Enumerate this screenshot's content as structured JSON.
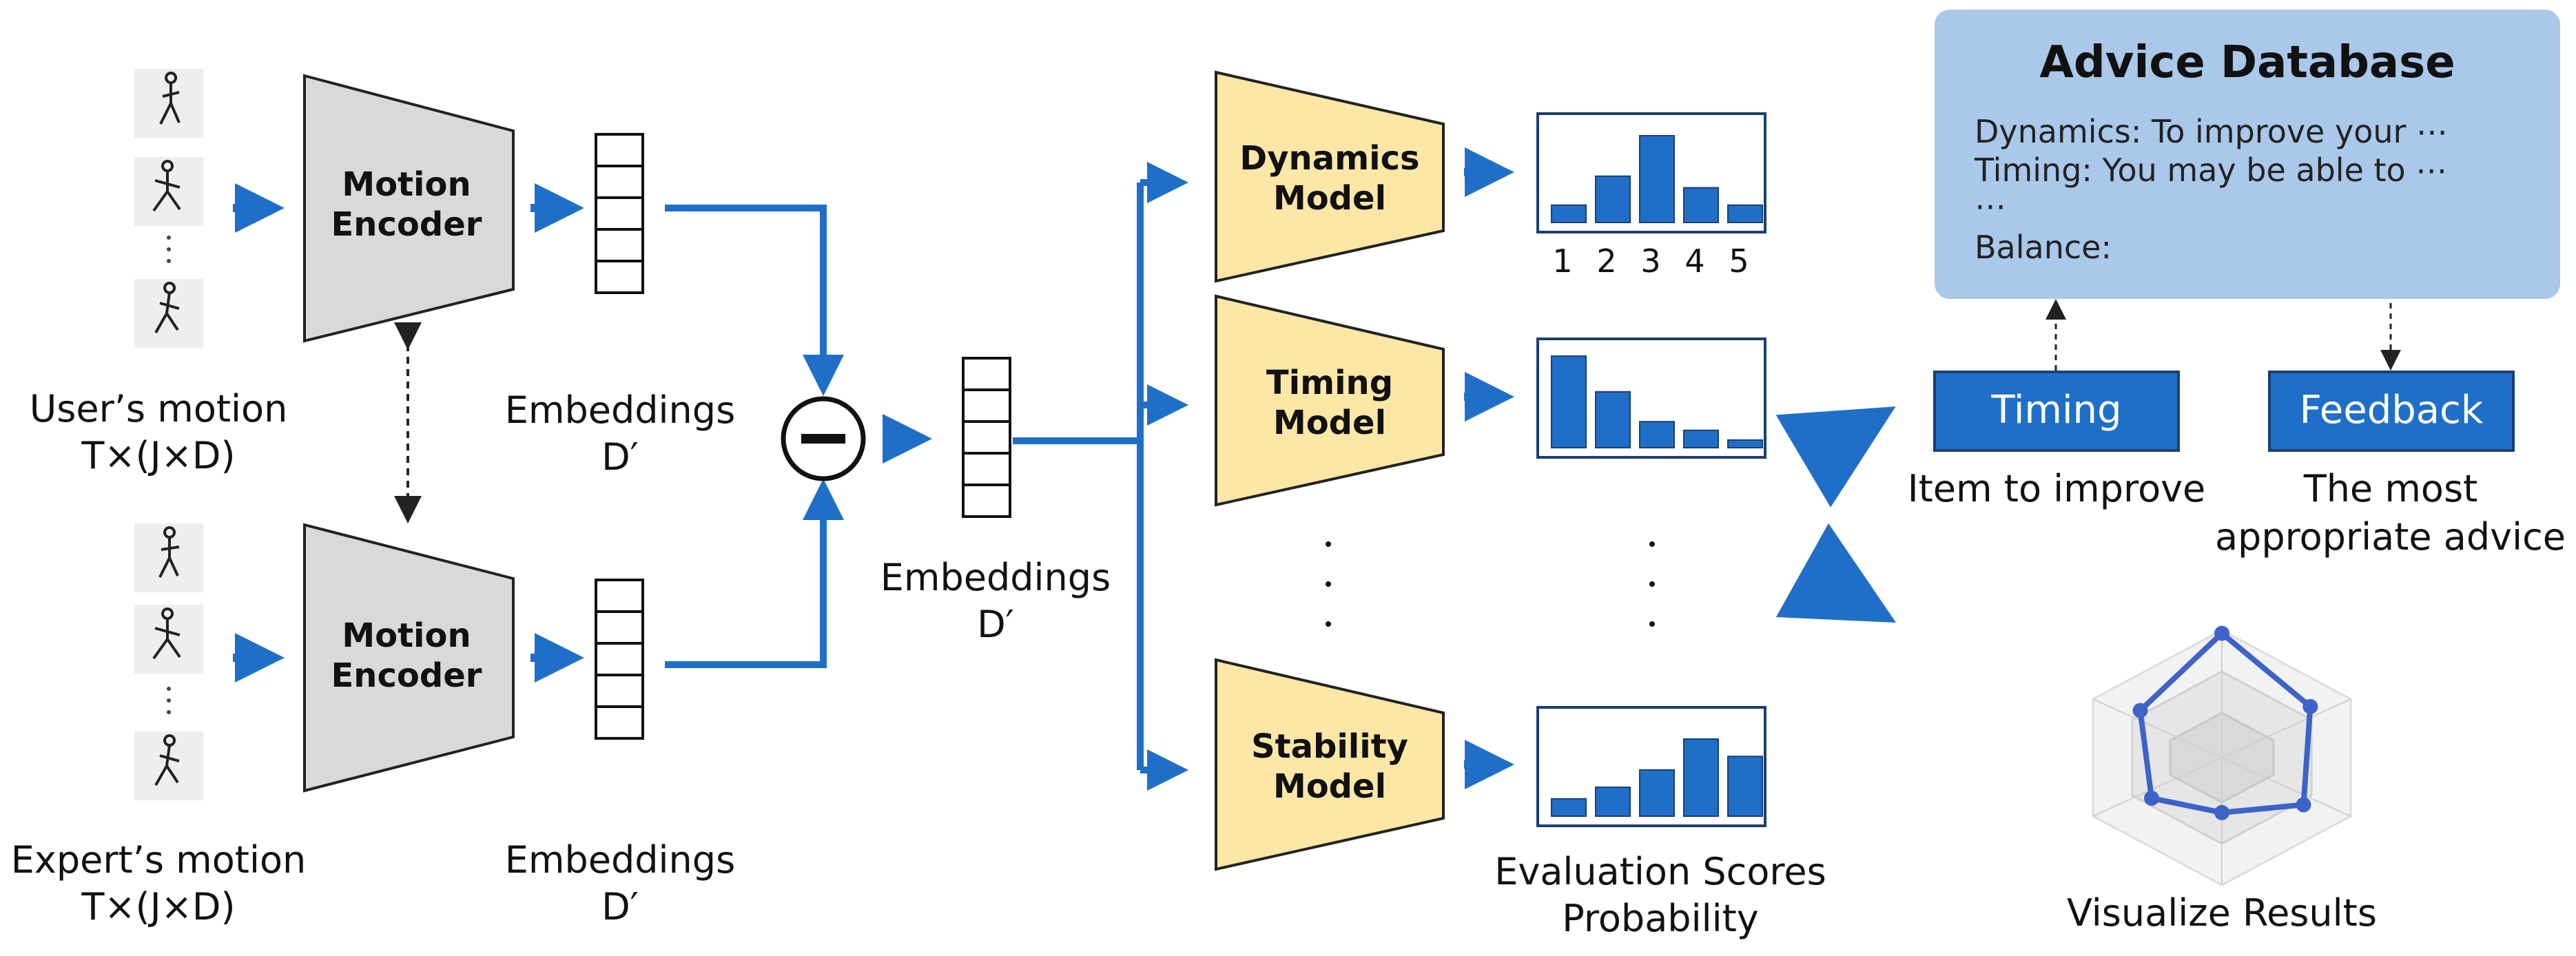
{
  "inputs": {
    "user_motion_label": "User’s motion",
    "user_motion_shape": "T×(J×D)",
    "expert_motion_label": "Expert’s motion",
    "expert_motion_shape": "T×(J×D)"
  },
  "encoders": {
    "top_label_line1": "Motion",
    "top_label_line2": "Encoder",
    "bottom_label_line1": "Motion",
    "bottom_label_line2": "Encoder"
  },
  "embeddings": {
    "top_label": "Embeddings",
    "top_dim": "D′",
    "bottom_label": "Embeddings",
    "bottom_dim": "D′",
    "diff_label": "Embeddings",
    "diff_dim": "D′"
  },
  "models": {
    "dynamics_line1": "Dynamics",
    "dynamics_line2": "Model",
    "timing_line1": "Timing",
    "timing_line2": "Model",
    "stability_line1": "Stability",
    "stability_line2": "Model"
  },
  "score_ticks": [
    "1",
    "2",
    "3",
    "4",
    "5"
  ],
  "score_histograms": {
    "dynamics": [
      0.18,
      0.48,
      0.9,
      0.36,
      0.18
    ],
    "timing": [
      0.95,
      0.58,
      0.27,
      0.18,
      0.08
    ],
    "stability": [
      0.18,
      0.3,
      0.48,
      0.8,
      0.62
    ]
  },
  "evaluation_label_line1": "Evaluation Scores",
  "evaluation_label_line2": "Probability",
  "advice_db": {
    "title": "Advice Database",
    "line1": "Dynamics: To improve your ⋯",
    "line2": "Timing: You may be able to ⋯",
    "line3": "⋯",
    "line4": "Balance:"
  },
  "item_button": "Timing",
  "item_caption": "Item to improve",
  "feedback_button": "Feedback",
  "feedback_caption_line1": "The most",
  "feedback_caption_line2": "appropriate advice",
  "visualize_caption": "Visualize Results",
  "radar_values": [
    0.95,
    0.78,
    0.72,
    0.42,
    0.62,
    0.72
  ],
  "colors": {
    "arrow_blue": "#1f6fc9",
    "encoder_gray": "#d9d9d9",
    "model_yellow": "#fde7a6",
    "bar_blue": "#1f6fc9",
    "db_blue": "#a9c8ea",
    "radar_blue": "#3d63c8"
  }
}
